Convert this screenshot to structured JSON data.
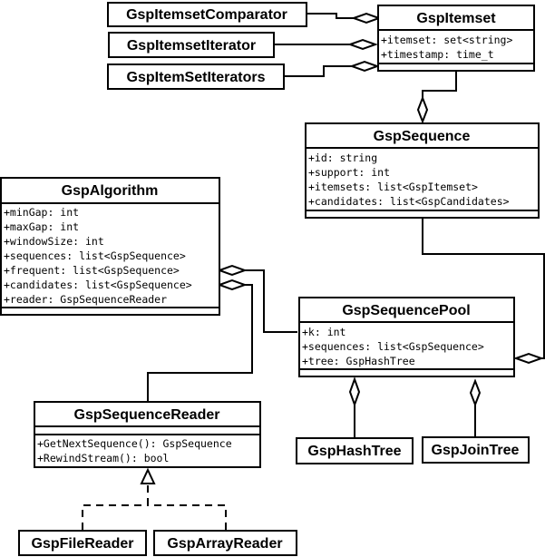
{
  "classes": {
    "comparator": {
      "name": "GspItemsetComparator"
    },
    "iterator": {
      "name": "GspItemsetIterator"
    },
    "iterators": {
      "name": "GspItemSetIterators"
    },
    "itemset": {
      "name": "GspItemset",
      "attributes": [
        "+itemset: set<string>",
        "+timestamp: time_t"
      ]
    },
    "sequence": {
      "name": "GspSequence",
      "attributes": [
        "+id: string",
        "+support: int",
        "+itemsets: list<GspItemset>",
        "+candidates: list<GspCandidates>"
      ]
    },
    "algorithm": {
      "name": "GspAlgorithm",
      "attributes": [
        "+minGap: int",
        "+maxGap: int",
        "+windowSize: int",
        "+sequences: list<GspSequence>",
        "+frequent: list<GspSequence>",
        "+candidates: list<GspSequence>",
        "+reader: GspSequenceReader"
      ]
    },
    "pool": {
      "name": "GspSequencePool",
      "attributes": [
        "+k: int",
        "+sequences: list<GspSequence>",
        "+tree: GspHashTree"
      ]
    },
    "reader": {
      "name": "GspSequenceReader",
      "methods": [
        "+GetNextSequence(): GspSequence",
        "+RewindStream(): bool"
      ]
    },
    "hashtree": {
      "name": "GspHashTree"
    },
    "jointree": {
      "name": "GspJoinTree"
    },
    "filereader": {
      "name": "GspFileReader"
    },
    "arrayreader": {
      "name": "GspArrayReader"
    }
  },
  "relations": [
    {
      "from": "GspItemsetComparator",
      "to": "GspItemset",
      "kind": "aggregation"
    },
    {
      "from": "GspItemsetIterator",
      "to": "GspItemset",
      "kind": "aggregation"
    },
    {
      "from": "GspItemSetIterators",
      "to": "GspItemset",
      "kind": "aggregation"
    },
    {
      "from": "GspItemset",
      "to": "GspSequence",
      "kind": "aggregation"
    },
    {
      "from": "GspSequence",
      "to": "GspSequencePool",
      "kind": "aggregation"
    },
    {
      "from": "GspSequencePool",
      "to": "GspAlgorithm",
      "kind": "aggregation"
    },
    {
      "from": "GspSequenceReader",
      "to": "GspAlgorithm",
      "kind": "aggregation"
    },
    {
      "from": "GspHashTree",
      "to": "GspSequencePool",
      "kind": "aggregation"
    },
    {
      "from": "GspJoinTree",
      "to": "GspSequencePool",
      "kind": "aggregation"
    },
    {
      "from": "GspFileReader",
      "to": "GspSequenceReader",
      "kind": "realization"
    },
    {
      "from": "GspArrayReader",
      "to": "GspSequenceReader",
      "kind": "realization"
    }
  ]
}
